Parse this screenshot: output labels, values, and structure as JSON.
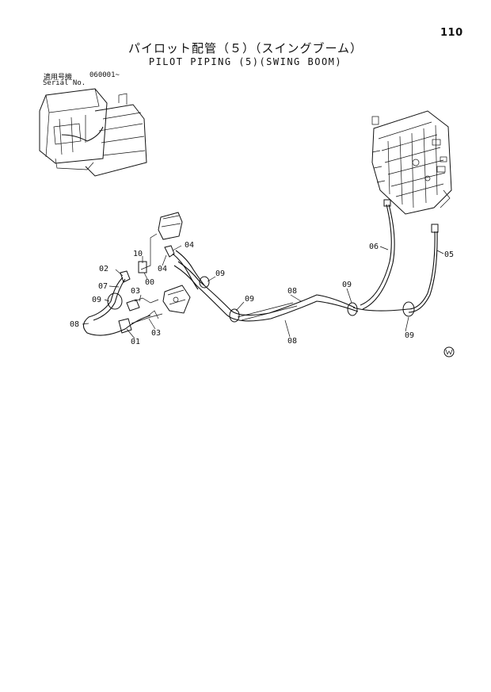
{
  "page_number": "110",
  "title_jp": "パイロット配管（５）（スイングブーム）",
  "title_en": "PILOT PIPING (5)(SWING BOOM)",
  "serial": {
    "label_jp": "適用号機",
    "code": "060001~",
    "label_en": "Serial No."
  },
  "callouts": {
    "c_00": "00",
    "c_01": "01",
    "c_02": "02",
    "c_03a": "03",
    "c_03b": "03",
    "c_04a": "04",
    "c_04b": "04",
    "c_05": "05",
    "c_06": "06",
    "c_07": "07",
    "c_08a": "08",
    "c_08b": "08",
    "c_08c": "08",
    "c_09a": "09",
    "c_09b": "09",
    "c_09c": "09",
    "c_09d": "09",
    "c_09e": "09",
    "c_10": "10"
  },
  "icons": {
    "excavator": "excavator-thumbnail-icon",
    "valve": "control-valve-icon",
    "pedal": "pedal-valve-icon",
    "maker_logo": "maker-logo-icon"
  }
}
